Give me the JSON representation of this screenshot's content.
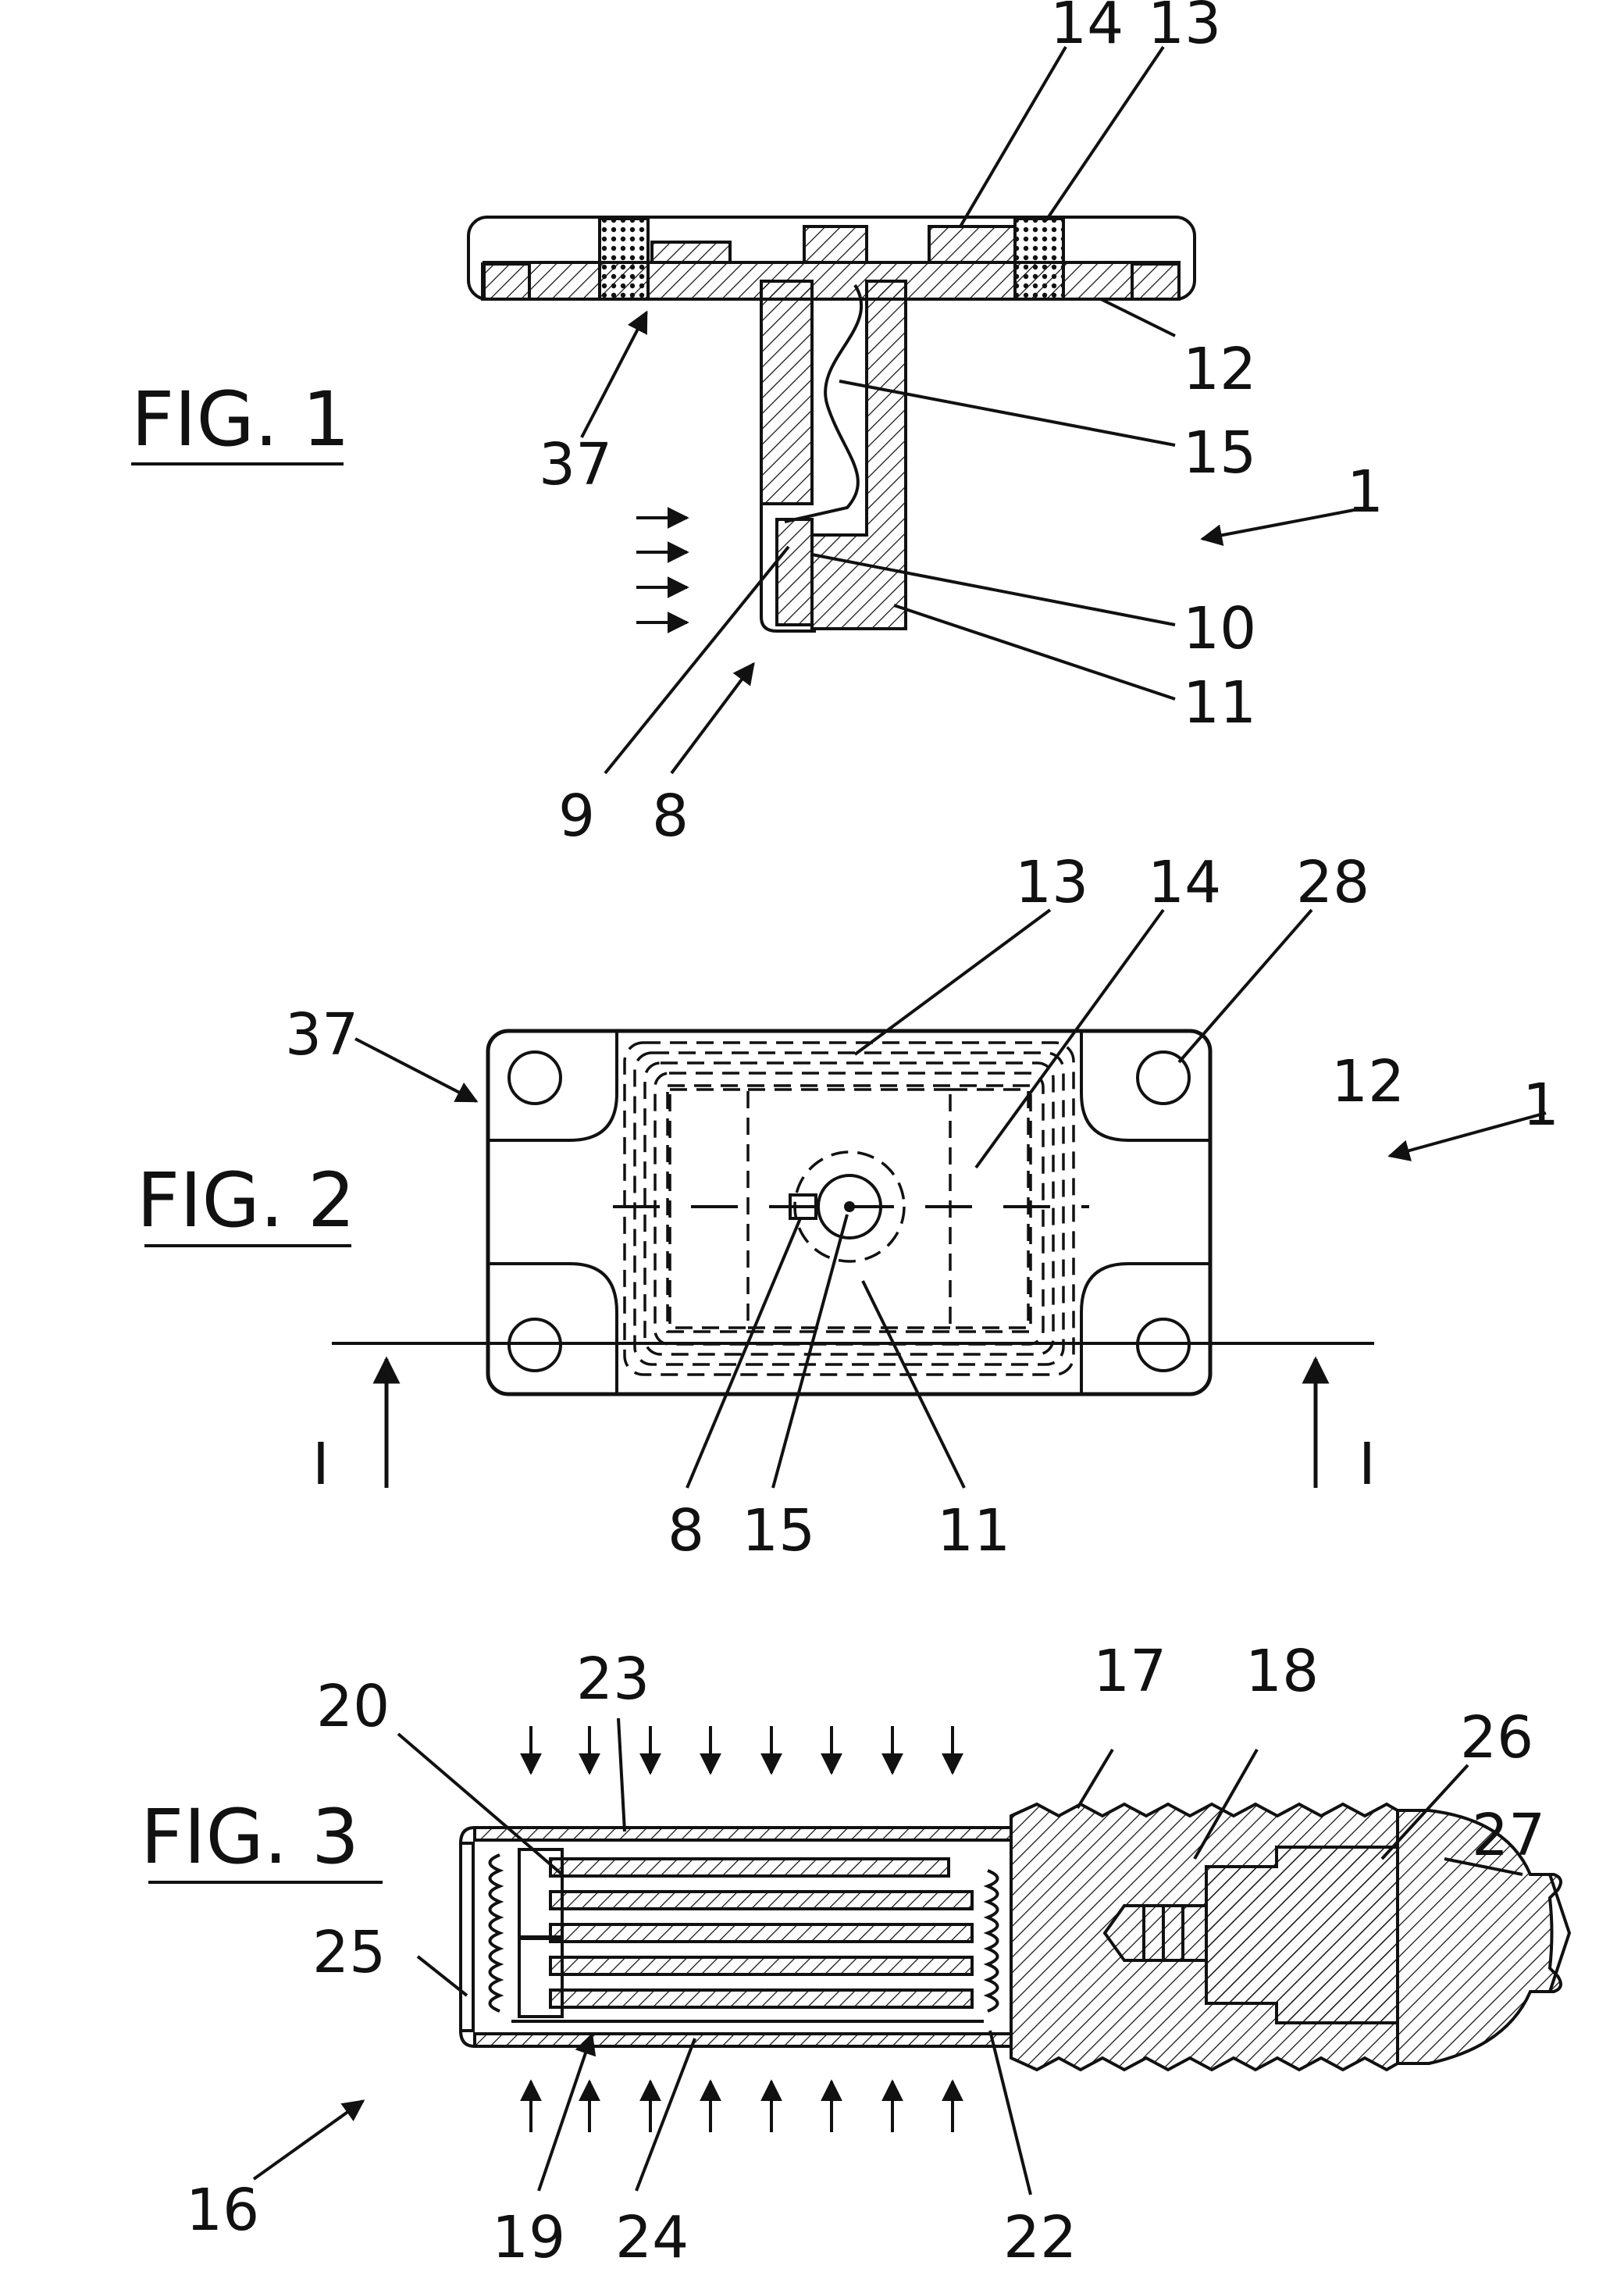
{
  "figures": {
    "fig1": {
      "title": "FIG. 1",
      "labels": [
        "14",
        "13",
        "12",
        "15",
        "1",
        "10",
        "11",
        "9",
        "8",
        "37"
      ]
    },
    "fig2": {
      "title": "FIG. 2",
      "labels": [
        "13",
        "14",
        "28",
        "37",
        "12",
        "1",
        "8",
        "15",
        "11"
      ],
      "section_mark": "I"
    },
    "fig3": {
      "title": "FIG. 3",
      "labels": [
        "23",
        "17",
        "18",
        "26",
        "20",
        "27",
        "25",
        "16",
        "19",
        "24",
        "22"
      ]
    }
  }
}
